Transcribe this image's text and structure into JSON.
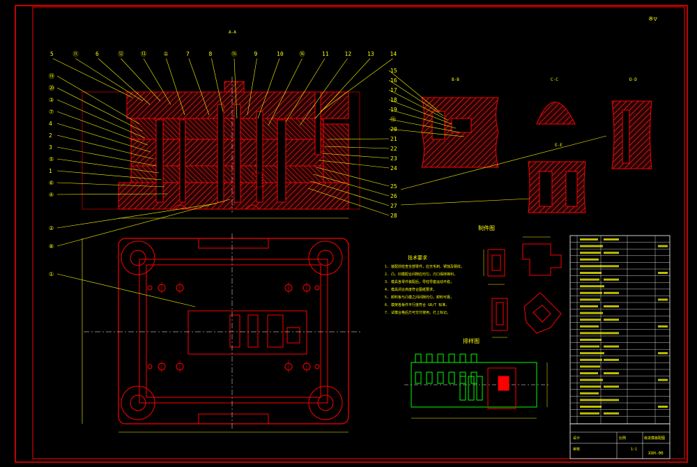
{
  "drawing": {
    "roughness_mark": "※▽",
    "section_main": "A-A",
    "section_bb": "B-B",
    "section_cc": "C-C",
    "section_dd": "D-D",
    "section_ee": "E-E",
    "tech_req_title": "技术要求",
    "part_view_title": "制件图",
    "layout_title": "排样图",
    "top_callouts": [
      "5",
      "⑪",
      "6",
      "⑫",
      "⑬",
      "①",
      "7",
      "8",
      "⑮",
      "9",
      "10",
      "⑯",
      "11",
      "12",
      "13",
      "14"
    ],
    "left_callouts": [
      "⑲",
      "⑳",
      "③",
      "⑦",
      "4",
      "2",
      "3",
      "⑤",
      "1",
      "⑥",
      "④"
    ],
    "bottom_callouts": [
      "②",
      "⑧"
    ],
    "plan_callout": "①",
    "mid_callouts": [
      "15",
      "16",
      "17",
      "18",
      "19",
      "⑮",
      "20",
      "21",
      "22",
      "23",
      "24",
      "25",
      "26",
      "27",
      "28"
    ],
    "tech_lines": [
      "1. 装配前检查全部零件，应无毛刺、锈蚀及裂纹，",
      "2. 凸、凹模配合间隙应均匀，刃口保持锋利，",
      "3. 模具各零件装配后，导柱导套运动平稳，",
      "4. 模具闭合高度符合图纸要求，",
      "5. 卸料板与凸模之间间隙均匀，卸料可靠，",
      "6. 模架各板件平行度符合 GB/T 标准，",
      "7. 试模合格后方可交付使用，打上标记。"
    ],
    "title_block": {
      "design_label": "设计",
      "check_label": "审核",
      "scale_label": "比例",
      "scale_value": "1:1",
      "drawing_no": "XXH-00",
      "name": "级进模装配图"
    }
  },
  "colors": {
    "background": "#000000",
    "border": "#ff0000",
    "outline": "#ff0000",
    "annotation": "#ffff00",
    "centerline": "#ffffff",
    "layout_green": "#00ff00",
    "table_line": "#ffffff"
  }
}
